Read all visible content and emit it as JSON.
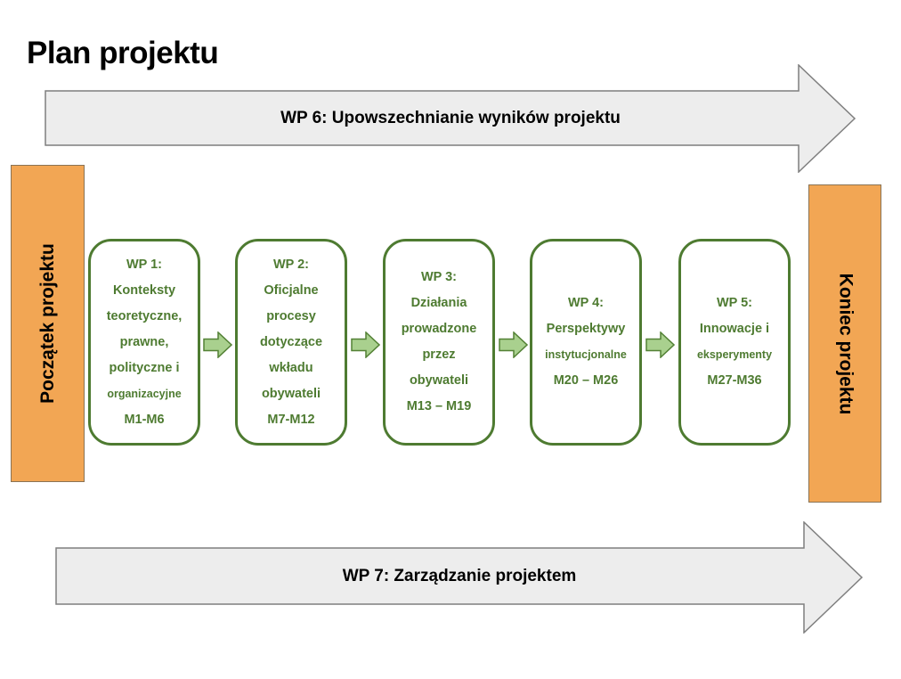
{
  "title": "Plan projektu",
  "colors": {
    "orange": "#F2A654",
    "orange_border": "#8A7354",
    "green_text": "#4E7B31",
    "green_border": "#4E7B31",
    "flow_arrow_fill": "#A9D08E",
    "flow_arrow_border": "#538135",
    "gray_fill": "#EDEDED",
    "gray_border": "#7F7F7F"
  },
  "wp6_arrow": {
    "label": "WP 6: Upowszechnianie wyników projektu"
  },
  "wp7_arrow": {
    "label": "WP 7: Zarządzanie projektem"
  },
  "start_bar": {
    "label": "Początek projektu"
  },
  "end_bar": {
    "label": "Koniec projektu"
  },
  "wp_boxes": [
    {
      "lines": [
        "WP 1:",
        "Konteksty",
        "teoretyczne,",
        "prawne,",
        "polityczne i",
        "organizacyjne",
        "M1-M6"
      ]
    },
    {
      "lines": [
        "WP 2:",
        "Oficjalne",
        "procesy",
        "dotyczące",
        "wkładu",
        "obywateli",
        "M7-M12"
      ]
    },
    {
      "lines": [
        "WP 3:",
        "Działania",
        "prowadzone",
        "przez",
        "obywateli",
        "M13 – M19"
      ]
    },
    {
      "lines": [
        "WP 4:",
        "Perspektywy",
        "instytucjonalne",
        "M20 – M26"
      ]
    },
    {
      "lines": [
        "WP 5:",
        "Innowacje i",
        "eksperymenty",
        "M27-M36"
      ]
    }
  ]
}
